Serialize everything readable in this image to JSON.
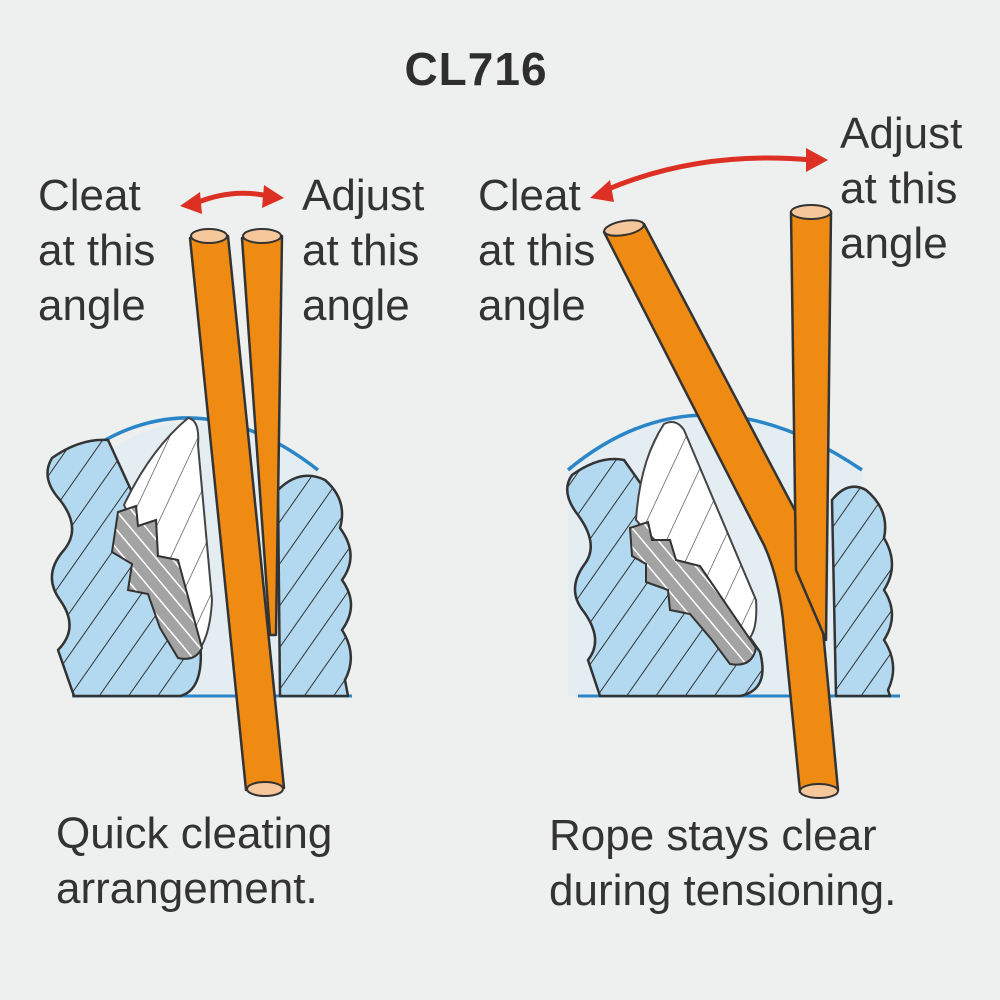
{
  "title": "CL716",
  "left_panel": {
    "cleat_label": "Cleat\nat this\nangle",
    "adjust_label": "Adjust\nat this\nangle",
    "caption": "Quick cleating\narrangement."
  },
  "right_panel": {
    "cleat_label": "Cleat\nat this\nangle",
    "adjust_label": "Adjust\nat this\nangle",
    "caption": "Rope stays clear\nduring tensioning."
  },
  "colors": {
    "background": "#eef0ef",
    "rope": "#ef8a12",
    "rope_end": "#f6c79a",
    "body_fill": "#b3d9f0",
    "arc": "#2a86c8",
    "arrow": "#dd3025",
    "jaw_shade": "#9a9a9a",
    "outline": "#3a3a3a"
  }
}
